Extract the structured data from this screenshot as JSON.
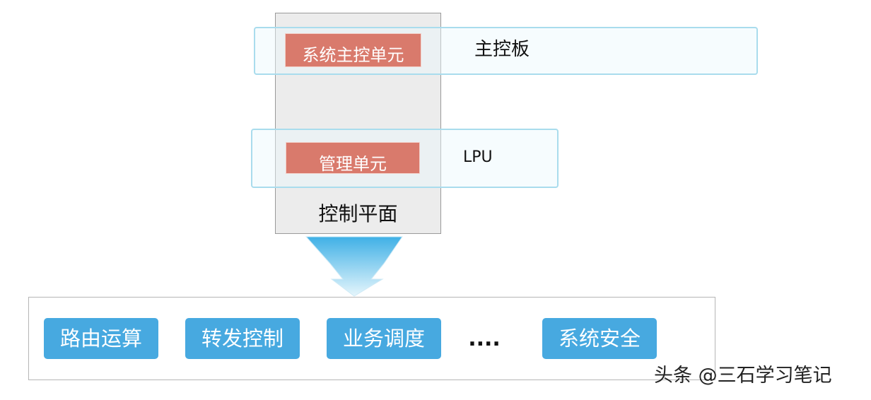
{
  "control_plane": {
    "label": "控制平面"
  },
  "main_board": {
    "label": "主控板",
    "unit": "系统主控单元"
  },
  "lpu": {
    "label": "LPU",
    "unit": "管理单元"
  },
  "functions": {
    "routing": "路由运算",
    "forwarding": "转发控制",
    "scheduling": "业务调度",
    "ellipsis": "....",
    "security": "系统安全"
  },
  "watermark": "头条 @三石学习笔记",
  "colors": {
    "unit_fill": "#d97a6c",
    "function_fill": "#47a9e0",
    "band_border": "#a9dced",
    "control_plane_fill": "#ececec"
  }
}
